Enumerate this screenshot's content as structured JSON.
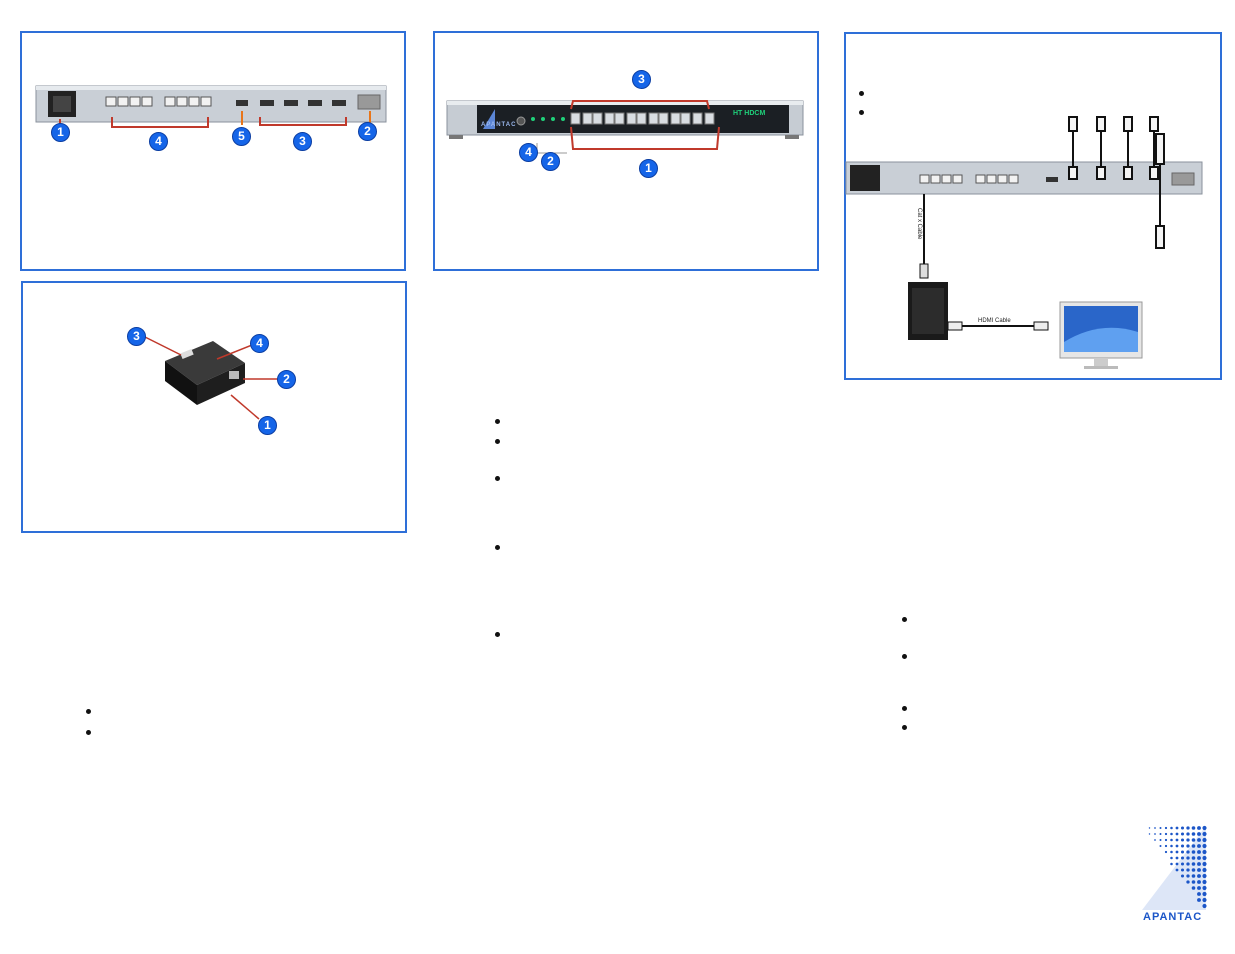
{
  "panels": {
    "rear_panel": {
      "badges": [
        "1",
        "4",
        "5",
        "3",
        "2"
      ]
    },
    "front_panel": {
      "brand": "APANTAC",
      "model": "HT HDCM",
      "badges": [
        "3",
        "4",
        "2",
        "1"
      ]
    },
    "connection_diagram": {
      "cable_label_catx": "Cat x Cable",
      "cable_label_hdmi": "HDMI Cable"
    },
    "receiver_unit": {
      "badges": [
        "3",
        "4",
        "2",
        "1"
      ]
    }
  },
  "bullet_lists": {
    "left_column": 2,
    "middle_column": 5,
    "right_column": 4,
    "connection_panel": 2
  },
  "footer_logo": {
    "text": "APANTAC",
    "color": "#1c56c8"
  },
  "colors": {
    "panel_border": "#2e6fd8",
    "badge": "#1565e8",
    "bracket": "#c0392b"
  }
}
